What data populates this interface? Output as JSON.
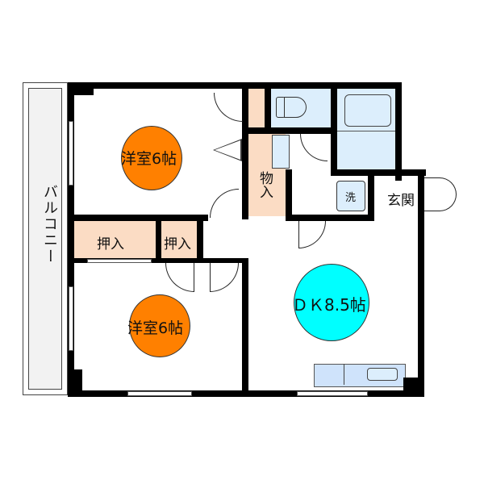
{
  "rooms": {
    "balcony": {
      "label": "バルコニー"
    },
    "western_room_upper": {
      "label": "洋室6帖",
      "color": "#ff8000"
    },
    "western_room_lower": {
      "label": "洋室6帖",
      "color": "#ff8000"
    },
    "dk": {
      "label": "ＤＫ8.5帖",
      "color": "#00ffff"
    },
    "storage": {
      "label": "物入"
    },
    "closet_left": {
      "label": "押入"
    },
    "closet_right": {
      "label": "押入"
    },
    "washer": {
      "label": "洗"
    },
    "entrance": {
      "label": "玄関"
    }
  },
  "colors": {
    "wall": "#000000",
    "closet": "#fbdcc4",
    "wet_area": "#dceefc",
    "balcony": "#f2f2f2"
  }
}
